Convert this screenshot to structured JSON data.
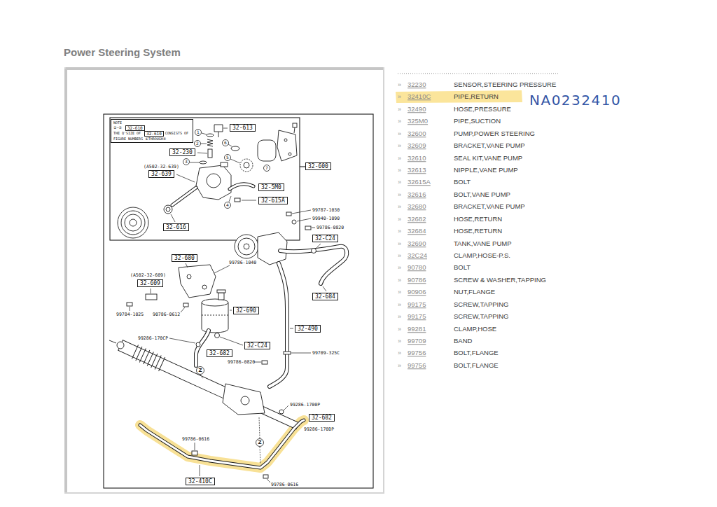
{
  "diagram": {
    "title": "Power Steering System",
    "nodes": [
      {
        "text": [
          "NOTE",
          "①~⑦",
          "THE Q'SIZE OF",
          "CONSISTS OF",
          "FIGURE NUMBERS ①THROUGH⑦"
        ]
      },
      {
        "text": [
          "32-610"
        ],
        "in": 0
      },
      {
        "text": [
          "32-610"
        ],
        "in": 0
      },
      {
        "text": [
          "32-613"
        ]
      },
      {
        "text": [
          "32-230"
        ]
      },
      {
        "text": [
          "32-639"
        ]
      },
      {
        "text": [
          "32-600"
        ]
      },
      {
        "text": [
          "32-5M0"
        ]
      },
      {
        "text": [
          "32-615A"
        ]
      },
      {
        "text": [
          "32-616"
        ]
      },
      {
        "text": [
          "32-C24"
        ]
      },
      {
        "text": [
          "32-680"
        ]
      },
      {
        "text": [
          "32-609"
        ]
      },
      {
        "text": [
          "32-684"
        ]
      },
      {
        "text": [
          "32-690"
        ]
      },
      {
        "text": [
          "32-490"
        ]
      },
      {
        "text": [
          "32-C24"
        ]
      },
      {
        "text": [
          "32-682"
        ]
      },
      {
        "text": [
          "32-682"
        ]
      },
      {
        "text": [
          "32-410C"
        ]
      }
    ],
    "labels": [
      "1",
      "2",
      "6",
      "5",
      "3",
      "7",
      "4",
      "(A502-32-639)",
      "99787-1030",
      "99940-1090",
      "99786-0820",
      "99786-1040",
      "(A502-32-609)",
      "99784-1025",
      "90786-0612",
      "99286-170CP",
      "99709-325C",
      "99786-0820",
      "Z",
      "99286-1700P",
      "99286-170DP",
      "99786-0616",
      "Z",
      "99786-0616",
      "»",
      "32230",
      "SENSOR,STEERING PRESSURE",
      "»",
      "32410C",
      "PIPE,RETURN",
      "»",
      "32490",
      "HOSE,PRESSURE",
      "»",
      "325M0",
      "PIPE,SUCTION",
      "»",
      "32600",
      "PUMP,POWER STEERING",
      "»",
      "32609",
      "BRACKET,VANE PUMP",
      "»",
      "32610",
      "SEAL KIT,VANE PUMP",
      "»",
      "32613",
      "NIPPLE,VANE PUMP",
      "»",
      "32615A",
      "BOLT",
      "»",
      "32616",
      "BOLT,VANE PUMP",
      "»",
      "32680",
      "BRACKET,VANE PUMP",
      "»",
      "32682",
      "HOSE,RETURN",
      "»",
      "32684",
      "HOSE,RETURN",
      "»",
      "32690",
      "TANK,VANE PUMP",
      "»",
      "32C24",
      "CLAMP,HOSE-P.S.",
      "»",
      "90780",
      "BOLT",
      "»",
      "90786",
      "SCREW & WASHER,TAPPING",
      "»",
      "90906",
      "NUT,FLANGE",
      "»",
      "99175",
      "SCREW,TAPPING",
      "»",
      "99175",
      "SCREW,TAPPING",
      "»",
      "99281",
      "CLAMP,HOSE",
      "»",
      "99709",
      "BAND",
      "»",
      "99756",
      "BOLT,FLANGE",
      "»",
      "99756",
      "BOLT,FLANGE",
      "NA0232410"
    ]
  }
}
